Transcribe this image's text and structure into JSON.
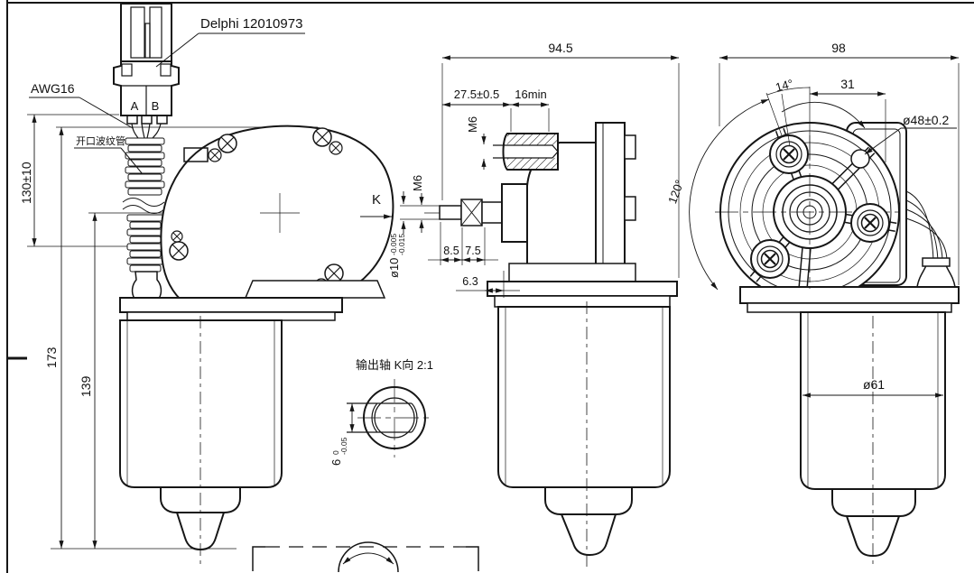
{
  "callouts": {
    "connector_part": "Delphi 12010973",
    "wire_gauge": "AWG16",
    "corrugated_tube": "开口波纹管",
    "pin_a": "A",
    "pin_b": "B",
    "view_letter": "K"
  },
  "front_view": {
    "wire_length": "130±10",
    "overall_height": "173",
    "body_height": "139"
  },
  "side_view": {
    "overall_length": "94.5",
    "mount_depth": "27.5±0.5",
    "thread_depth": "16min",
    "boss_thread": "M6",
    "shaft_thread": "M6",
    "shaft_dia": "ø10",
    "shaft_dia_tol_upper": "-0.005",
    "shaft_dia_tol_lower": "-0.015",
    "shaft_len_1": "8.5",
    "shaft_len_2": "7.5",
    "face_offset": "6.3"
  },
  "face_view": {
    "overall_width": "98",
    "boss_angle_offset": "14°",
    "center_offset": "31",
    "pilot_dia": "ø48±0.2",
    "boss_spacing_angle": "120°",
    "motor_dia": "ø61"
  },
  "detail_view": {
    "title": "输出轴 K向 2:1",
    "flat_width": "6",
    "flat_tol_upper": "0",
    "flat_tol_lower": "-0.05"
  },
  "colors": {
    "ink": "#161616",
    "paper": "#ffffff"
  }
}
